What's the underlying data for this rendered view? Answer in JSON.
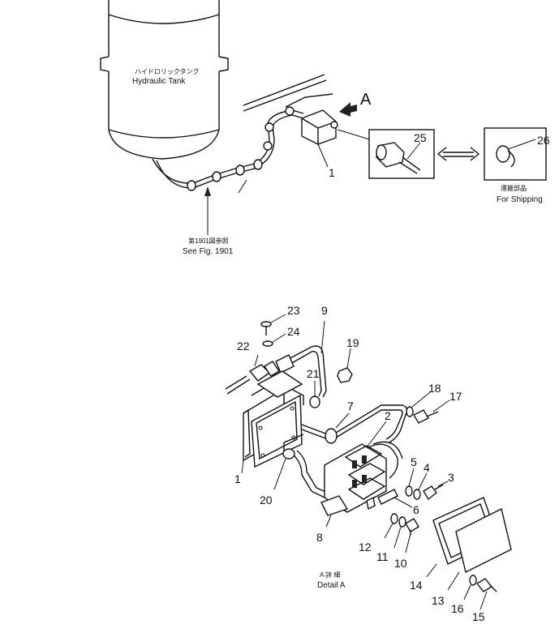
{
  "tank": {
    "label_jp": "ハイドロリックタンク",
    "label_en": "Hydraulic Tank"
  },
  "view_marker": "A",
  "see_figure": {
    "label_jp": "第1901図参照",
    "label_en": "See Fig. 1901"
  },
  "shipping": {
    "label_jp": "運搬部品",
    "label_en": "For Shipping"
  },
  "detail": {
    "label_jp": "A 詳 細",
    "label_en": "Detail A"
  },
  "callouts": {
    "c1_top": "1",
    "c25": "25",
    "c26": "26",
    "c23": "23",
    "c24": "24",
    "c9": "9",
    "c22": "22",
    "c19": "19",
    "c21": "21",
    "c18": "18",
    "c17": "17",
    "c7": "7",
    "c2": "2",
    "c5": "5",
    "c4": "4",
    "c3": "3",
    "c6": "6",
    "c1_bottom": "1",
    "c20": "20",
    "c8": "8",
    "c12": "12",
    "c11": "11",
    "c10": "10",
    "c14": "14",
    "c13": "13",
    "c16": "16",
    "c15": "15"
  }
}
